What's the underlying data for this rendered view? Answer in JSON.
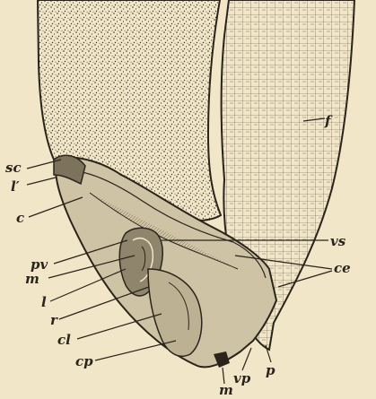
{
  "figure": {
    "labels": {
      "f": "f",
      "sc": "sc",
      "l_prime": "l′",
      "c": "c",
      "vs": "vs",
      "ce": "ce",
      "pv": "pv",
      "m_upper": "m",
      "l": "l",
      "r": "r",
      "cl": "cl",
      "cp": "cp",
      "vp": "vp",
      "p": "p",
      "m_lower": "m"
    },
    "colors": {
      "paper": "#f1e6c8",
      "ink": "#2a241b",
      "stipple": "#3a3226",
      "shade": "#b9ad92"
    }
  }
}
